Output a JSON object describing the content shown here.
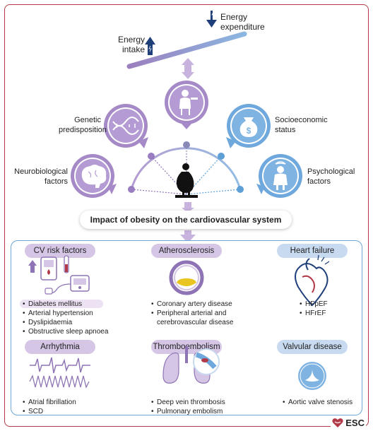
{
  "top": {
    "energy_expenditure": [
      "Energy",
      "expenditure"
    ],
    "energy_intake": [
      "Energy",
      "intake"
    ]
  },
  "factors": {
    "genetic": [
      "Genetic",
      "predisposition"
    ],
    "socioeconomic": [
      "Socioeconomic",
      "status"
    ],
    "neurobiological": [
      "Neurobiological",
      "factors"
    ],
    "psychological": [
      "Psychological",
      "factors"
    ]
  },
  "impact_title": "Impact of obesity on the cardiovascular system",
  "panels": {
    "cv_risk": {
      "title": "CV risk factors",
      "items": [
        "Diabetes mellitus",
        "Arterial hypertension",
        "Dyslipidaemia",
        "Obstructive sleep apnoea"
      ]
    },
    "atherosclerosis": {
      "title": "Atherosclerosis",
      "items": [
        "Coronary artery disease",
        "Peripheral arterial and cerebrovascular disease"
      ]
    },
    "heart_failure": {
      "title": "Heart failure",
      "items": [
        "HFpEF",
        "HFrEF"
      ]
    },
    "arrhythmia": {
      "title": "Arrhythmia",
      "items": [
        "Atrial fibrillation",
        "SCD"
      ]
    },
    "thromboembolism": {
      "title": "Thromboembolism",
      "items": [
        "Deep vein thrombosis",
        "Pulmonary embolism"
      ]
    },
    "valvular": {
      "title": "Valvular disease",
      "items": [
        "Aortic valve stenosis"
      ]
    }
  },
  "logo": "ESC",
  "colors": {
    "frame": "#b23a48",
    "purple_light": "#d6c6e6",
    "blue_light": "#c8daef",
    "purple": "#8f74b5",
    "blue": "#5e9fd6",
    "navy": "#1f3f7a",
    "panel_border": "#6fa6d3"
  },
  "icons": [
    "arrow-down-icon",
    "arrow-up-icon",
    "seesaw-icon",
    "person-eating-icon",
    "dna-icon",
    "money-bag-icon",
    "brain-icon",
    "person-stressed-icon",
    "scale-person-icon",
    "blood-drop-icon",
    "glucometer-icon",
    "blood-pressure-icon",
    "artery-plaque-icon",
    "heart-icon",
    "ecg-icon",
    "lungs-icon",
    "vein-clot-icon",
    "aortic-valve-icon",
    "heart-logo-icon"
  ]
}
